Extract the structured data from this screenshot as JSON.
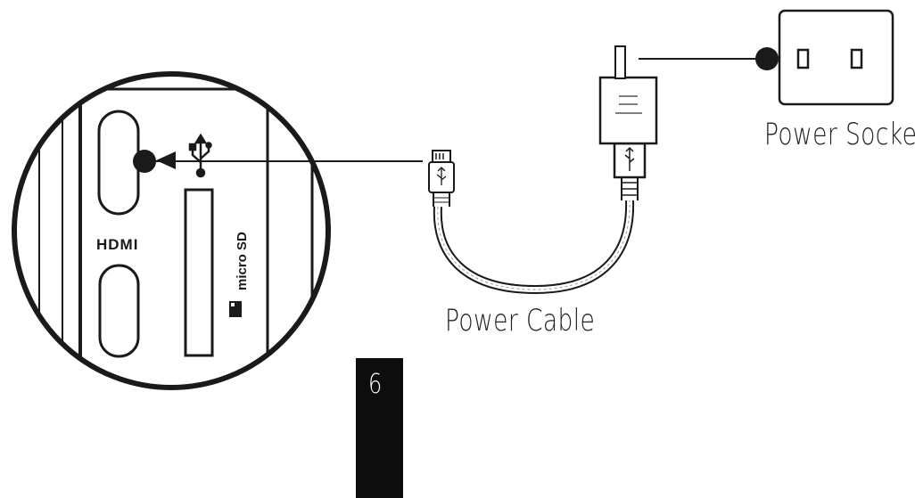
{
  "labels": {
    "power_socket": "Power Socket",
    "power_cable": "Power Cable"
  },
  "device": {
    "hdmi_label": "HDMI",
    "micro_sd_label": "micro SD"
  },
  "page": {
    "number": "6"
  },
  "colors": {
    "line": "#1a1a1a",
    "page_tab": "#0d0d0d",
    "page_number": "#ffffff"
  },
  "icons": [
    "usb-icon",
    "arrow-left-icon",
    "connection-dot-icon",
    "micro-sd-card-icon"
  ]
}
